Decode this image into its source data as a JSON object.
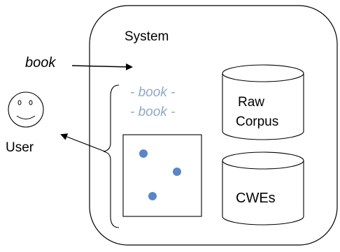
{
  "system": {
    "title": "System"
  },
  "input": {
    "word": "book"
  },
  "results": {
    "lines": [
      "- book -",
      "- book -"
    ]
  },
  "user": {
    "label": "User"
  },
  "stores": {
    "raw_corpus": [
      "Raw",
      "Corpus"
    ],
    "cwes": "CWEs"
  },
  "colors": {
    "stroke": "#000000",
    "result_text": "#8ea8c9",
    "dot": "#5b86c5"
  },
  "icons": [
    "smiley-face-icon",
    "database-cylinder-icon"
  ]
}
